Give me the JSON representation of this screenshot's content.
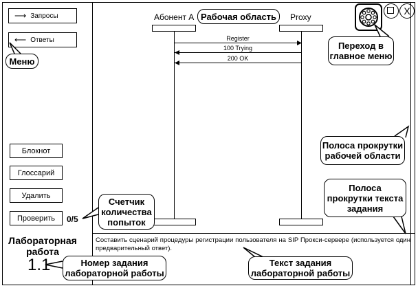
{
  "nav": {
    "requests_label": "Запросы",
    "responses_label": "Ответы"
  },
  "left_buttons": {
    "notepad": "Блокнот",
    "glossary": "Глоссарий",
    "delete": "Удалить",
    "check": "Проверить"
  },
  "attempt_counter": "0/5",
  "lab_title": "Лабораторная\nработа",
  "task_number": "1.1",
  "diagram": {
    "entity_a": "Абонент A",
    "entity_b": "Proxy",
    "messages": [
      {
        "label": "Register",
        "direction": "right"
      },
      {
        "label": "100 Trying",
        "direction": "left"
      },
      {
        "label": "200 OK",
        "direction": "left"
      }
    ]
  },
  "task_text": "Составить сценарий процедуры регистрации пользователя на SIP Прокси-сервере (используется один предварительный ответ).",
  "window_controls": {
    "home_icon": "dial-icon",
    "minimize_icon": "square-icon",
    "close_label": "X"
  },
  "callouts": {
    "workspace": "Рабочая область",
    "home": "Переход в\nглавное меню",
    "menu": "Меню",
    "workspace_scroll": "Полоса прокрутки\nрабочей области",
    "task_scroll": "Полоса\nпрокрутки текста\nзадания",
    "counter": "Счетчик\nколичества\nпопыток",
    "task_number": "Номер задания\nлабораторной работы",
    "task_text": "Текст задания\nлабораторной работы"
  }
}
